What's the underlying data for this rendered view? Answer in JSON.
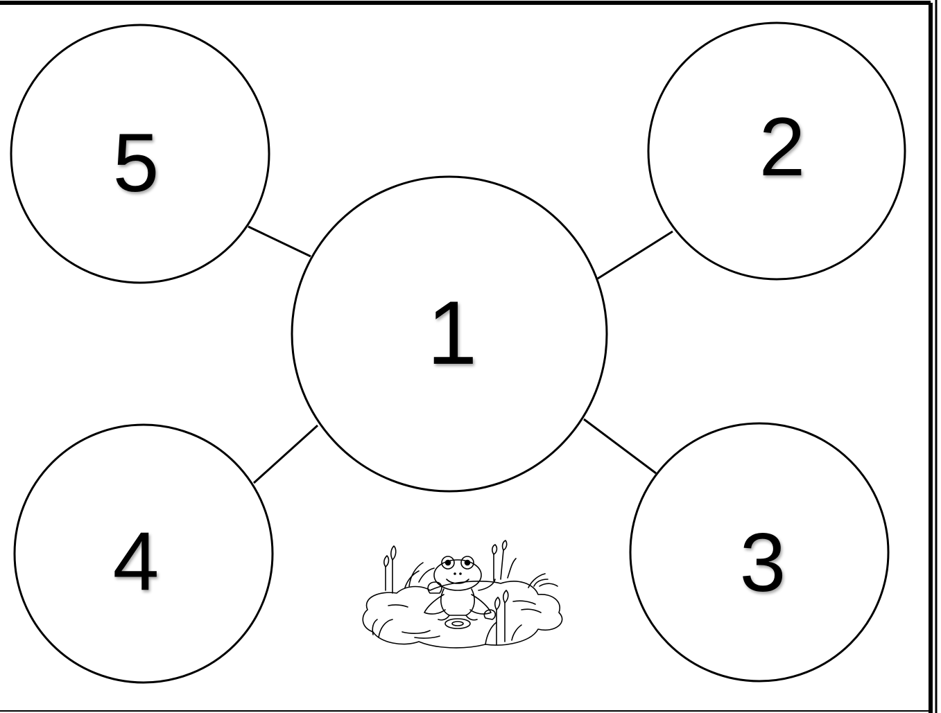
{
  "diagram": {
    "center": {
      "label": "1"
    },
    "top_right": {
      "label": "2"
    },
    "bottom_right": {
      "label": "3"
    },
    "bottom_left": {
      "label": "4"
    },
    "top_left": {
      "label": "5"
    }
  },
  "illustration": {
    "icon": "frog-in-pond-icon"
  },
  "colors": {
    "stroke": "#000000",
    "background": "#ffffff"
  }
}
